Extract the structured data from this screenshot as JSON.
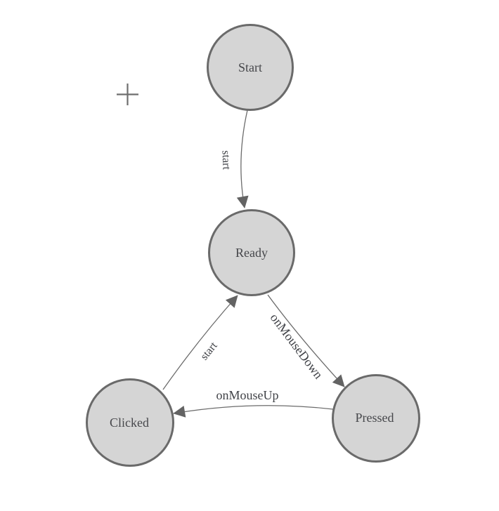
{
  "diagram": {
    "colors": {
      "background": "#ffffff",
      "node_fill": "#d5d5d5",
      "node_stroke": "#6a6a6a",
      "node_label": "#46474b",
      "edge_stroke": "#6b6b6b",
      "edge_label": "#404247",
      "arrow_fill": "#636363",
      "crosshair": "#6e6e6e"
    },
    "icons": {
      "crosshair": "plus-crosshair",
      "arrowhead": "filled-triangle"
    },
    "nodes": [
      {
        "id": "start",
        "label": "Start"
      },
      {
        "id": "ready",
        "label": "Ready"
      },
      {
        "id": "clicked",
        "label": "Clicked"
      },
      {
        "id": "pressed",
        "label": "Pressed"
      }
    ],
    "edges": [
      {
        "from": "start",
        "to": "ready",
        "label": "start"
      },
      {
        "from": "ready",
        "to": "pressed",
        "label": "onMouseDown"
      },
      {
        "from": "pressed",
        "to": "clicked",
        "label": "onMouseUp"
      },
      {
        "from": "clicked",
        "to": "ready",
        "label": "start"
      }
    ]
  }
}
